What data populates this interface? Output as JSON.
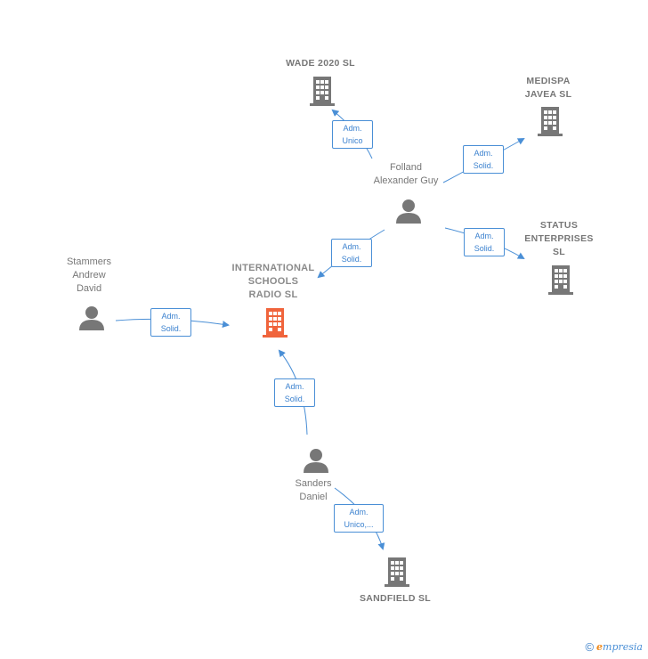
{
  "colors": {
    "node_gray": "#777777",
    "main_company": "#f0643c",
    "edge": "#4a8fd6",
    "label_text": "#3c82cf"
  },
  "nodes": {
    "international": {
      "lines": [
        "INTERNATIONAL",
        "SCHOOLS",
        "RADIO  SL"
      ],
      "kind": "company",
      "main": true,
      "icon": "building-icon"
    },
    "wade": {
      "lines": [
        "WADE 2020 SL"
      ],
      "kind": "company",
      "icon": "building-icon"
    },
    "medispa": {
      "lines": [
        "MEDISPA",
        "JAVEA  SL"
      ],
      "kind": "company",
      "icon": "building-icon"
    },
    "status": {
      "lines": [
        "STATUS",
        "ENTERPRISES",
        "SL"
      ],
      "kind": "company",
      "icon": "building-icon"
    },
    "sandfield": {
      "lines": [
        "SANDFIELD  SL"
      ],
      "kind": "company",
      "icon": "building-icon"
    },
    "folland": {
      "lines": [
        "Folland",
        "Alexander Guy"
      ],
      "kind": "person",
      "icon": "person-icon"
    },
    "stammers": {
      "lines": [
        "Stammers",
        "Andrew",
        "David"
      ],
      "kind": "person",
      "icon": "person-icon"
    },
    "sanders": {
      "lines": [
        "Sanders",
        "Daniel"
      ],
      "kind": "person",
      "icon": "person-icon"
    }
  },
  "edges": [
    {
      "id": "folland-wade",
      "lines": [
        "Adm.",
        "Unico"
      ]
    },
    {
      "id": "folland-medispa",
      "lines": [
        "Adm.",
        "Solid."
      ]
    },
    {
      "id": "folland-status",
      "lines": [
        "Adm.",
        "Solid."
      ]
    },
    {
      "id": "folland-international",
      "lines": [
        "Adm.",
        "Solid."
      ]
    },
    {
      "id": "stammers-international",
      "lines": [
        "Adm.",
        "Solid."
      ]
    },
    {
      "id": "sanders-international",
      "lines": [
        "Adm.",
        "Solid."
      ]
    },
    {
      "id": "sanders-sandfield",
      "lines": [
        "Adm.",
        "Unico,..."
      ]
    }
  ],
  "footer": {
    "copyright": "©",
    "brand_initial": "e",
    "brand_rest": "mpresia"
  }
}
